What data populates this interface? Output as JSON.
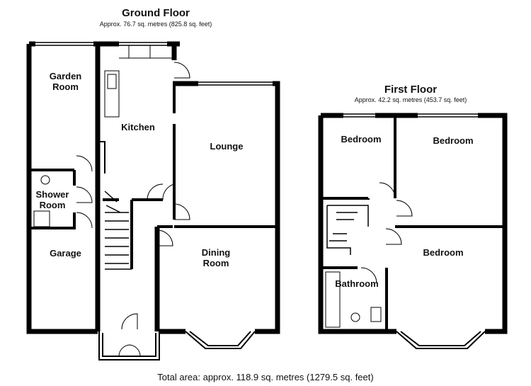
{
  "ground_floor": {
    "title": "Ground Floor",
    "area": "Approx. 76.7 sq. metres (825.8 sq. feet)",
    "rooms": {
      "garden_room_line1": "Garden",
      "garden_room_line2": "Room",
      "kitchen": "Kitchen",
      "lounge": "Lounge",
      "shower_room_line1": "Shower",
      "shower_room_line2": "Room",
      "garage": "Garage",
      "dining_room_line1": "Dining",
      "dining_room_line2": "Room"
    }
  },
  "first_floor": {
    "title": "First Floor",
    "area": "Approx. 42.2 sq. metres (453.7 sq. feet)",
    "rooms": {
      "bedroom_small": "Bedroom",
      "bedroom_top_right": "Bedroom",
      "bedroom_bottom_right": "Bedroom",
      "bathroom": "Bathroom"
    }
  },
  "total_area": "Total area: approx. 118.9 sq. metres (1279.5 sq. feet)"
}
